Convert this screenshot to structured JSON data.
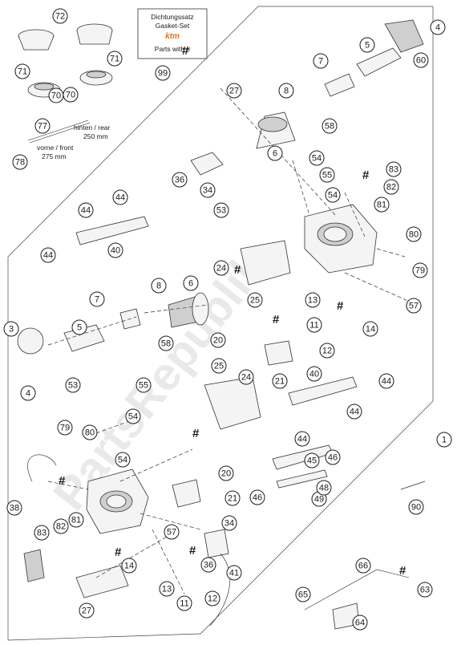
{
  "watermark": "PartsRepublik",
  "gasket_box": {
    "line1": "Dichtungssatz",
    "line2": "Gasket-Set",
    "logo": "ktm",
    "line3": "Parts with #"
  },
  "hose_notes": {
    "rear": "hinten / rear",
    "rear_len": "250 mm",
    "front": "vorne / front",
    "front_len": "275 mm"
  },
  "hash_symbol": "#",
  "callouts": [
    "72",
    "70",
    "71",
    "71",
    "70",
    "99",
    "77",
    "78",
    "4",
    "60",
    "5",
    "7",
    "8",
    "58",
    "6",
    "27",
    "54",
    "55",
    "54",
    "36",
    "34",
    "53",
    "83",
    "82",
    "81",
    "80",
    "79",
    "44",
    "44",
    "44",
    "40",
    "24",
    "25",
    "13",
    "57",
    "14",
    "11",
    "12",
    "20",
    "21",
    "3",
    "5",
    "7",
    "8",
    "6",
    "58",
    "4",
    "53",
    "55",
    "25",
    "24",
    "54",
    "40",
    "44",
    "44",
    "44",
    "79",
    "80",
    "38",
    "83",
    "82",
    "81",
    "54",
    "20",
    "21",
    "57",
    "34",
    "36",
    "14",
    "27",
    "13",
    "11",
    "12",
    "41",
    "1",
    "45",
    "46",
    "46",
    "49",
    "48",
    "90",
    "66",
    "65",
    "63",
    "64"
  ]
}
